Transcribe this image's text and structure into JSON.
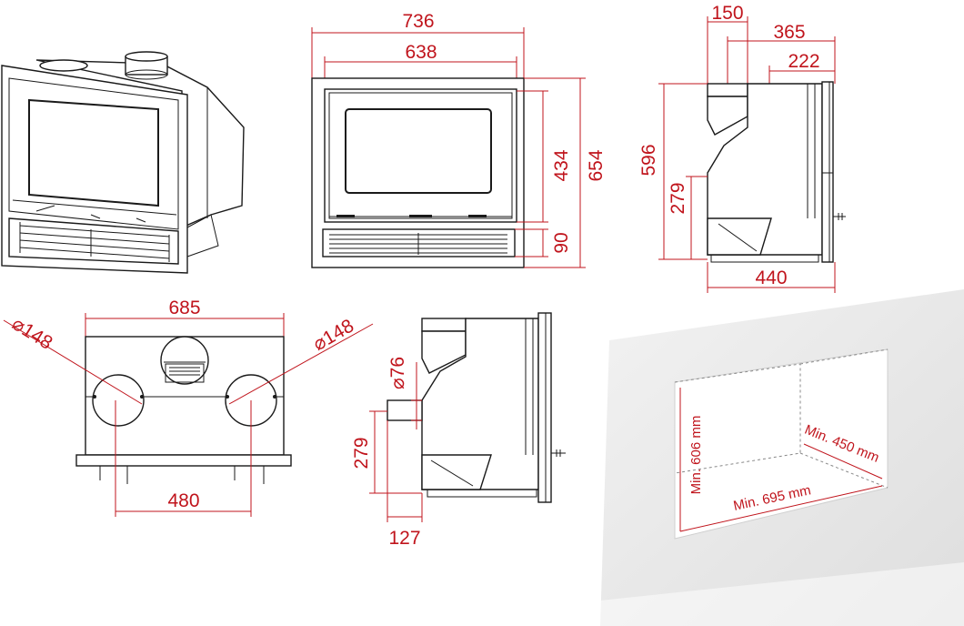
{
  "colors": {
    "dimension": "#c0141c",
    "outline": "#1a1a1a",
    "wall": "#e6e6e6"
  },
  "front_view": {
    "overall_width": "736",
    "inner_width": "638",
    "door_height": "434",
    "grille_height": "90",
    "overall_height": "654"
  },
  "side_view": {
    "flue_width": "150",
    "flue_offset": "365",
    "frame_offset": "222",
    "overall_height": "596",
    "flue_height": "279",
    "depth": "440"
  },
  "top_view": {
    "width": "685",
    "duct_left": "⌀148",
    "duct_right": "⌀148",
    "duct_spacing": "480"
  },
  "side_view_2": {
    "duct_diameter": "⌀76",
    "duct_height": "279",
    "duct_offset": "127"
  },
  "niche": {
    "min_height": "Min. 606 mm",
    "min_depth": "Min. 450 mm",
    "min_width": "Min. 695 mm"
  }
}
